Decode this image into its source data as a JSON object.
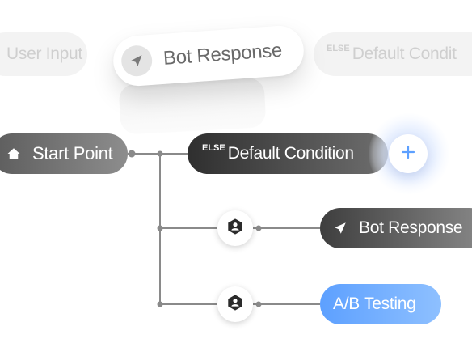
{
  "top_row": {
    "user_input_label": "User Input",
    "floating_card_label": "Bot Response",
    "else_tag": "ELSE",
    "default_label": "Default Condit"
  },
  "flow": {
    "start_label": "Start Point",
    "else_tag": "ELSE",
    "default_condition_label": "Default Condition",
    "bot_response_label": "Bot Response",
    "ab_testing_label": "A/B Testing"
  },
  "colors": {
    "accent_blue": "#5da0ff",
    "connector": "#8a8a8a",
    "dark_pill": "#2f2f2f"
  },
  "icons": {
    "start": "home-icon",
    "card": "send-icon",
    "add": "plus-icon",
    "node": "user-hexagon-icon"
  }
}
